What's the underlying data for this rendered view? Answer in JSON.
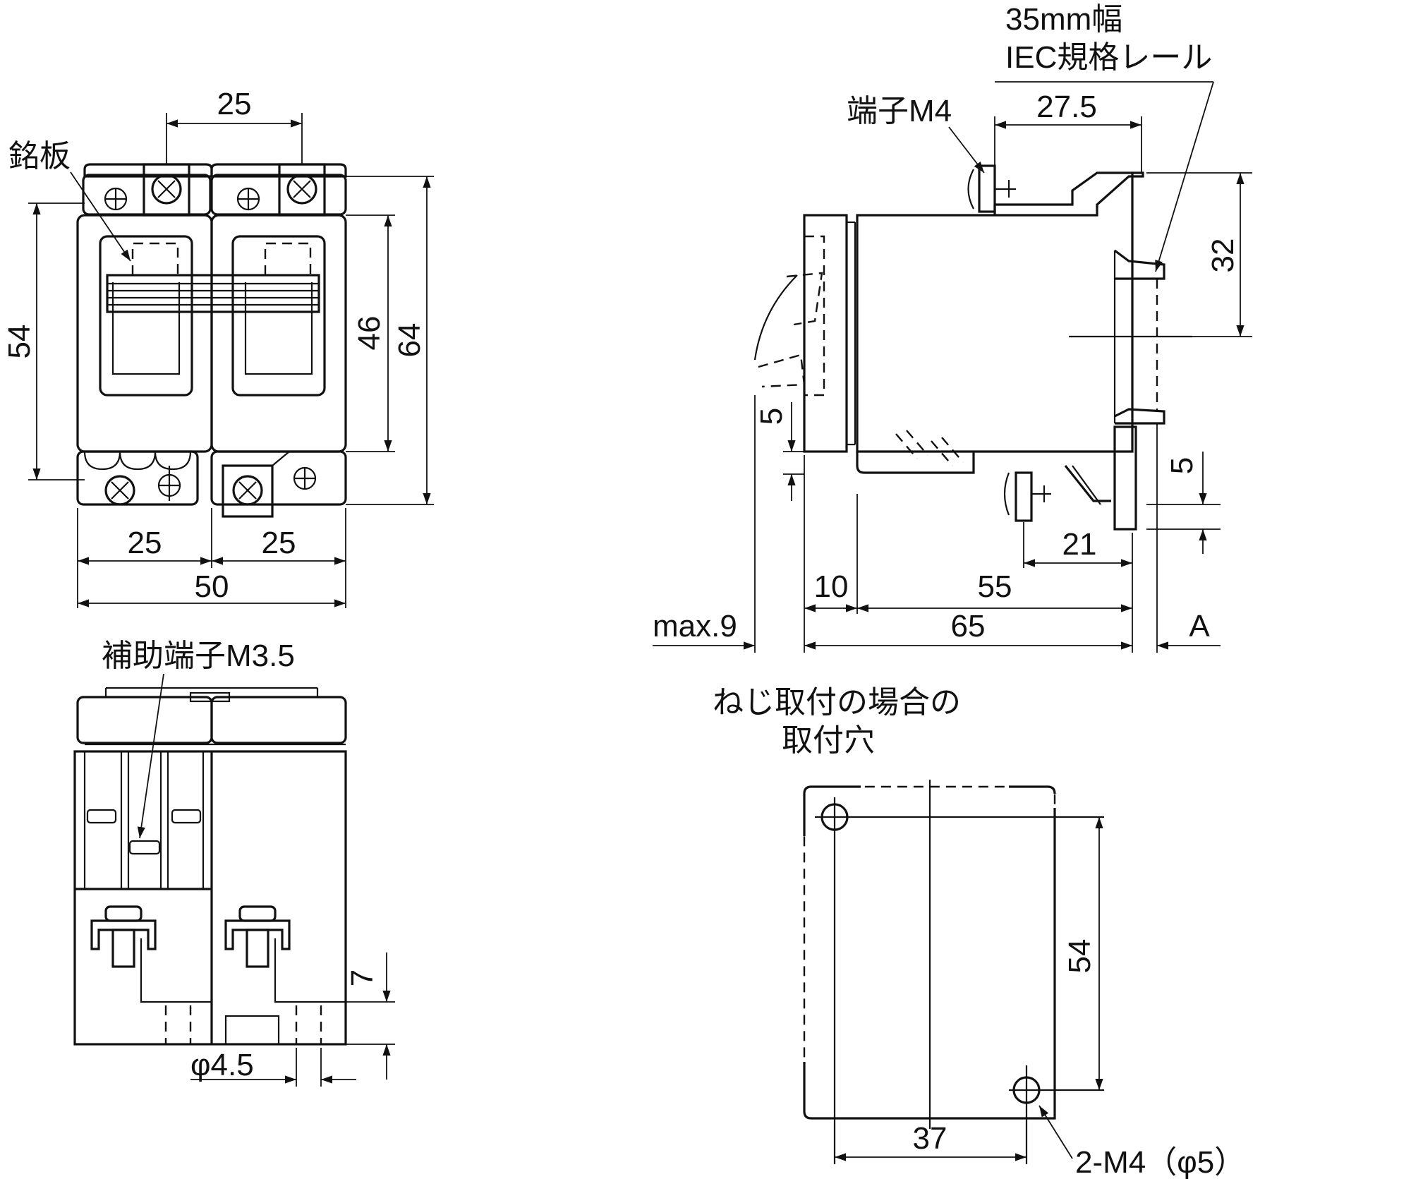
{
  "front_view": {
    "label_nameplate": "銘板",
    "dim_top": "25",
    "dim_left": "54",
    "dim_right_inner": "46",
    "dim_right_outer": "64",
    "dim_bottom_left": "25",
    "dim_bottom_right": "25",
    "dim_bottom_total": "50"
  },
  "bottom_view": {
    "label_aux_terminal": "補助端子M3.5",
    "dim_right": "7",
    "dim_hole": "φ4.5"
  },
  "side_view": {
    "label_rail_line1": "35mm幅",
    "label_rail_line2": "IEC規格レール",
    "label_terminal": "端子M4",
    "dim_top": "27.5",
    "dim_right_top": "32",
    "dim_right_bottom": "5",
    "dim_left_small": "5",
    "dim_21": "21",
    "dim_10": "10",
    "dim_55": "55",
    "dim_65": "65",
    "dim_max9": "max.9",
    "dim_A": "A"
  },
  "mounting_hole": {
    "title_line1": "ねじ取付の場合の",
    "title_line2": "取付穴",
    "dim_vertical": "54",
    "dim_horizontal": "37",
    "hole_spec": "2-M4（φ5）"
  }
}
